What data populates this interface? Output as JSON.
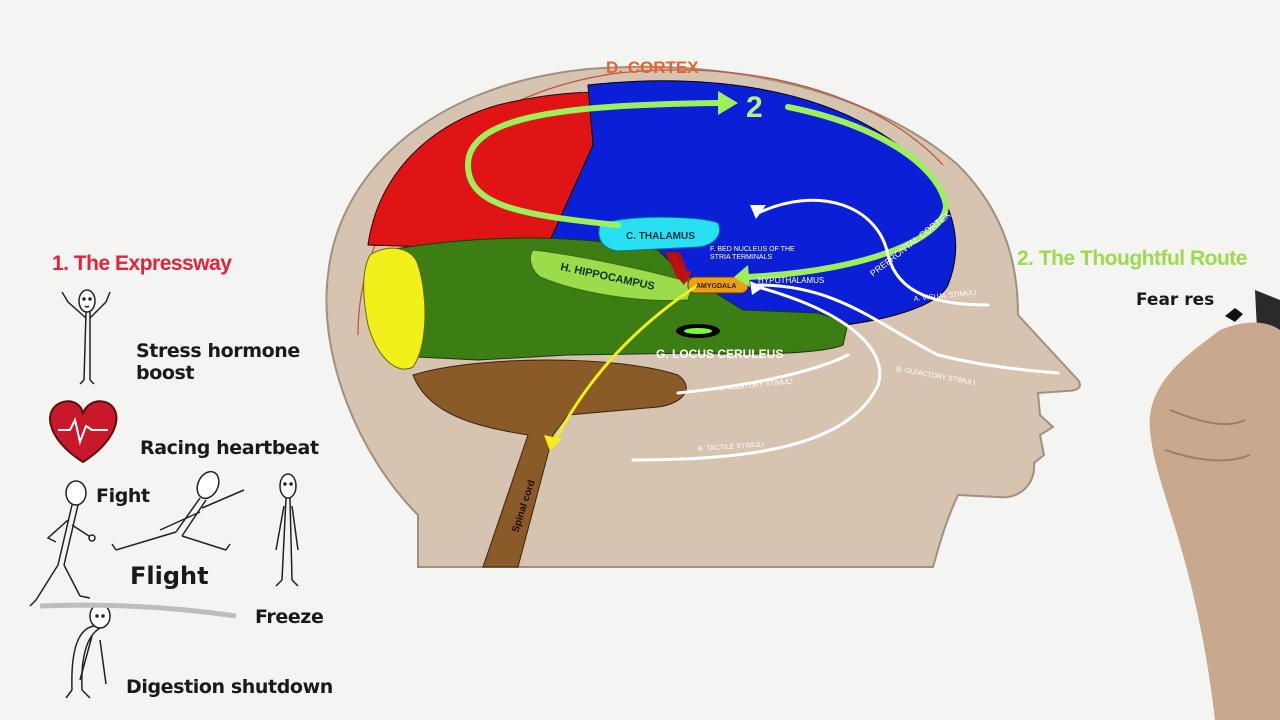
{
  "left_title": "1. The Expressway",
  "right_title": "2. The Thoughtful Route",
  "fear_text": "Fear res",
  "expressway_labels": {
    "stress": [
      "Stress hormone",
      "boost"
    ],
    "heartbeat": "Racing heartbeat",
    "fight": "Fight",
    "flight": "Flight",
    "freeze": "Freeze",
    "digestion": "Digestion shutdown"
  },
  "brain_labels": {
    "cortex": "D. CORTEX",
    "route_number": "2",
    "thalamus": "C. THALAMUS",
    "bed_nucleus": [
      "F. BED NUCLEUS OF THE",
      "STRIA TERMINALS"
    ],
    "hippocampus": "H. HIPPOCAMPUS",
    "amygdala": "AMYGDALA",
    "hypothalamus": "HYPOTHALAMUS",
    "prefrontal": "PREFRONTAL CORTEX",
    "locus": "G. LOCUS CERULEUS",
    "visual": "A. VISUAL STIMULI",
    "olfactory": "B. OLFACTORY STIMULI",
    "auditory": "A. AUDITORY STIMULI",
    "tactile": "B. TACTILE STIMULI",
    "spinal": "Spinal cord"
  },
  "colors": {
    "expressway": "#e0243a",
    "thoughtful": "#9bdc4a",
    "frontal_blue": "#0b1fd6",
    "red_lobe": "#e01414",
    "green_lobe": "#3c7d14",
    "yellow_lobe": "#f2f01a",
    "brainstem": "#8a5a28",
    "head_skin": "#d6c4b0"
  }
}
